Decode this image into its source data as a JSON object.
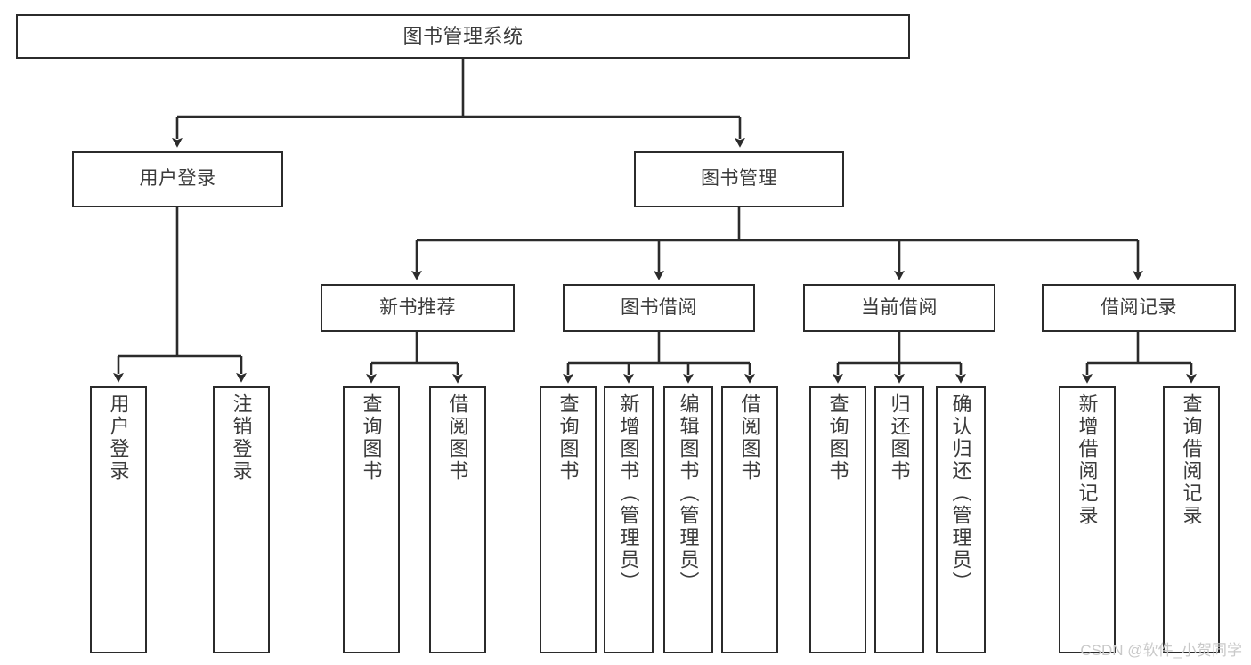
{
  "diagram": {
    "title": "图书管理系统",
    "watermark": "CSDN @软件_小贺同学",
    "colors": {
      "background": "#ffffff",
      "box_border": "#2b2b2b",
      "box_fill": "#ffffff",
      "text": "#3b3b3b",
      "connector": "#2b2b2b",
      "watermark": "#c9c9c9"
    },
    "root": {
      "label": "图书管理系统"
    },
    "level1": [
      {
        "label": "用户登录"
      },
      {
        "label": "图书管理"
      }
    ],
    "level2": [
      {
        "label": "新书推荐"
      },
      {
        "label": "图书借阅"
      },
      {
        "label": "当前借阅"
      },
      {
        "label": "借阅记录"
      }
    ],
    "leaves": {
      "user_login": [
        {
          "label": "用户登录"
        },
        {
          "label": "注销登录"
        }
      ],
      "new_book_recommend": [
        {
          "label": "查询图书"
        },
        {
          "label": "借阅图书"
        }
      ],
      "book_borrow": [
        {
          "label": "查询图书"
        },
        {
          "label": "新增图书（管理员）"
        },
        {
          "label": "编辑图书（管理员）"
        },
        {
          "label": "借阅图书"
        }
      ],
      "current_borrow": [
        {
          "label": "查询图书"
        },
        {
          "label": "归还图书"
        },
        {
          "label": "确认归还（管理员）"
        }
      ],
      "borrow_record": [
        {
          "label": "新增借阅记录"
        },
        {
          "label": "查询借阅记录"
        }
      ]
    }
  }
}
